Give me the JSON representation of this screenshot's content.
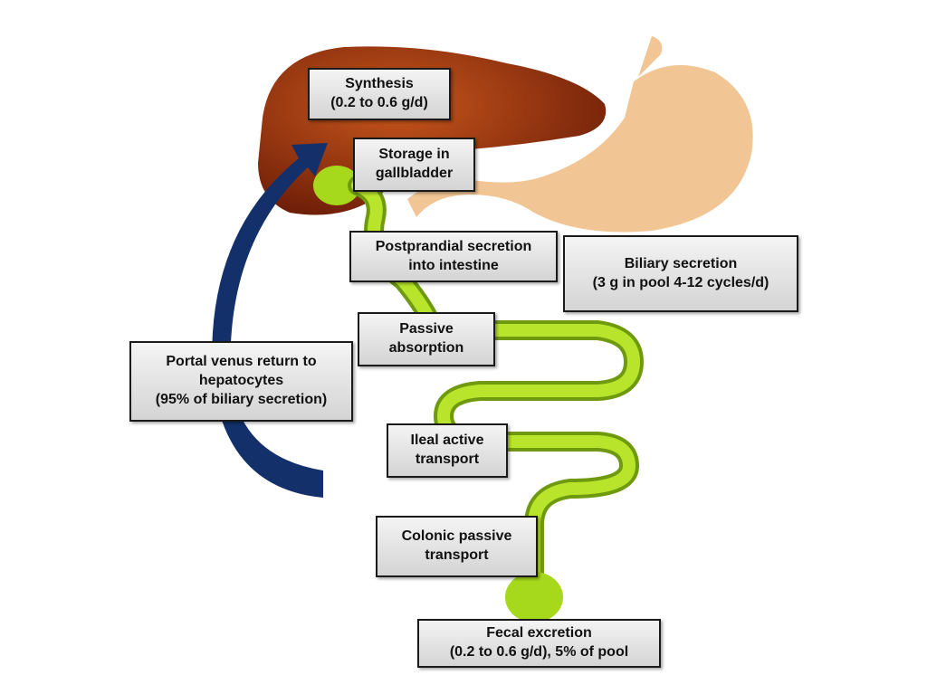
{
  "colors": {
    "liver": "#9a3410",
    "stomach": "#f2c594",
    "intestine": "#a6d81c",
    "portal_arrow": "#13306b"
  },
  "labels": {
    "synthesis": [
      "Synthesis",
      "(0.2 to 0.6 g/d)"
    ],
    "storage": [
      "Storage in",
      "gallbladder"
    ],
    "postprandial": [
      "Postprandial secretion",
      "into intestine"
    ],
    "biliary": [
      "Biliary secretion",
      "(3 g in pool  4-12 cycles/d)"
    ],
    "passive": [
      "Passive",
      "absorption"
    ],
    "portal": [
      "Portal venus return to",
      "hepatocytes",
      "(95% of biliary secretion)"
    ],
    "ileal": [
      "Ileal active",
      "transport"
    ],
    "colonic": [
      "Colonic passive",
      "transport"
    ],
    "fecal": [
      "Fecal excretion",
      "(0.2 to 0.6 g/d), 5% of pool"
    ]
  }
}
